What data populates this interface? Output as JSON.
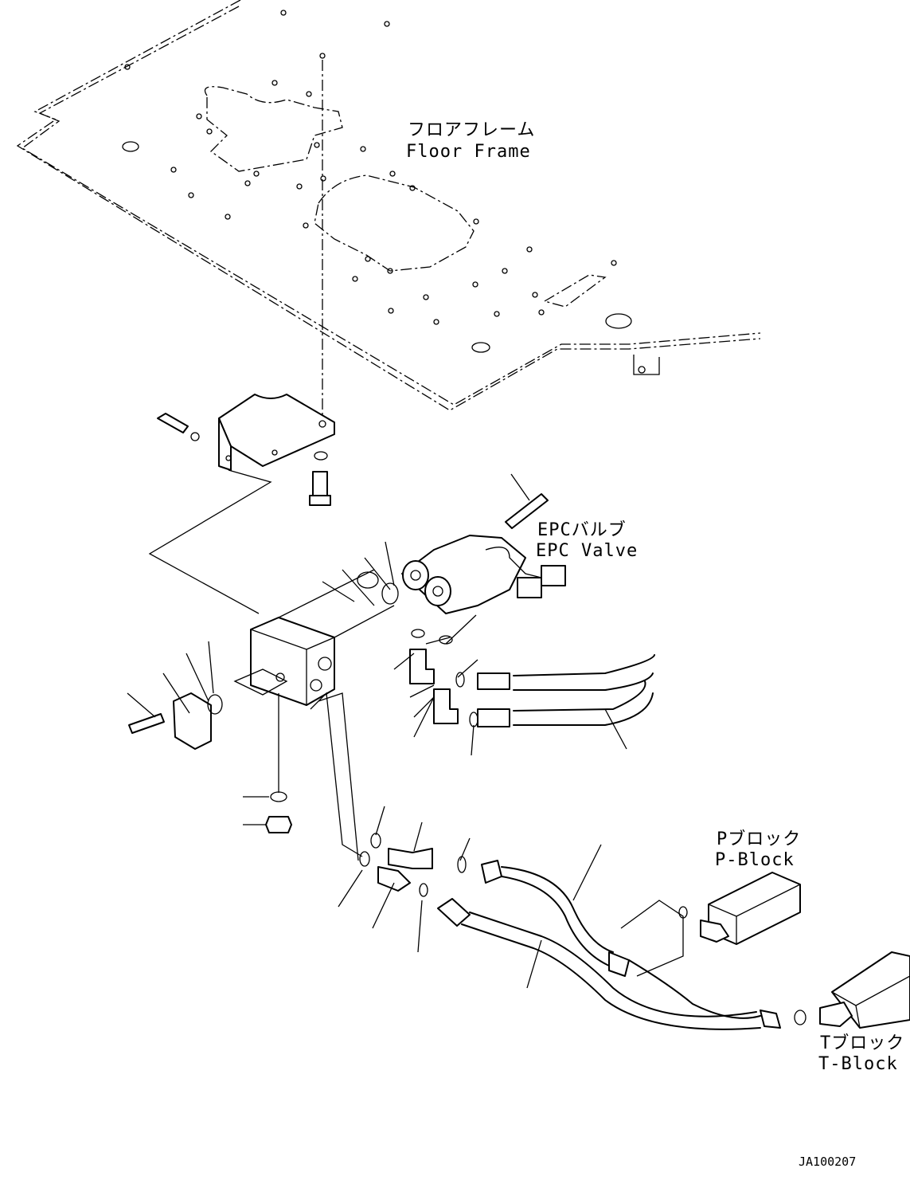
{
  "labels": {
    "floor_frame_jp": "フロアフレーム",
    "floor_frame_en": "Floor Frame",
    "epc_valve_jp": "EPCバルブ",
    "epc_valve_en": "EPC Valve",
    "p_block_jp": "Pブロック",
    "p_block_en": "P-Block",
    "t_block_jp": "Tブロック",
    "t_block_en": "T-Block"
  },
  "drawing_code": "JA100207"
}
